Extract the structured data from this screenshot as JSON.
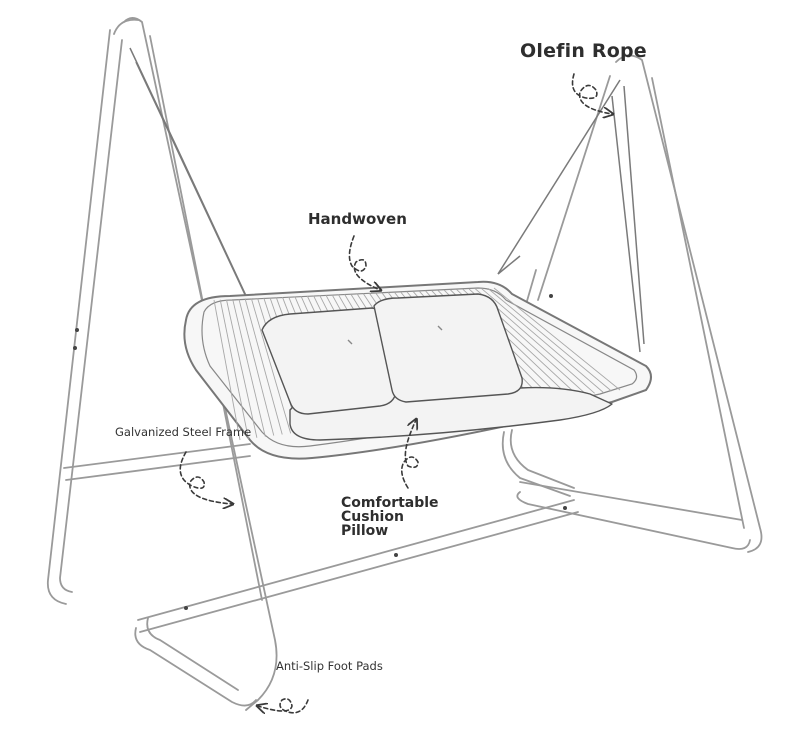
{
  "callouts": {
    "olefin_rope": "Olefin Rope",
    "handwoven": "Handwoven",
    "steel_frame": "Galvanized Steel Frame",
    "cushion_line1": "Comfortable Cushion",
    "cushion_line2": "Pillow",
    "foot_pads": "Anti-Slip Foot Pads"
  },
  "colors": {
    "line": "#8a8a8a",
    "dark_line": "#3a3a3a",
    "text": "#2e2e2e",
    "cushion_fill": "#f3f3f3"
  }
}
